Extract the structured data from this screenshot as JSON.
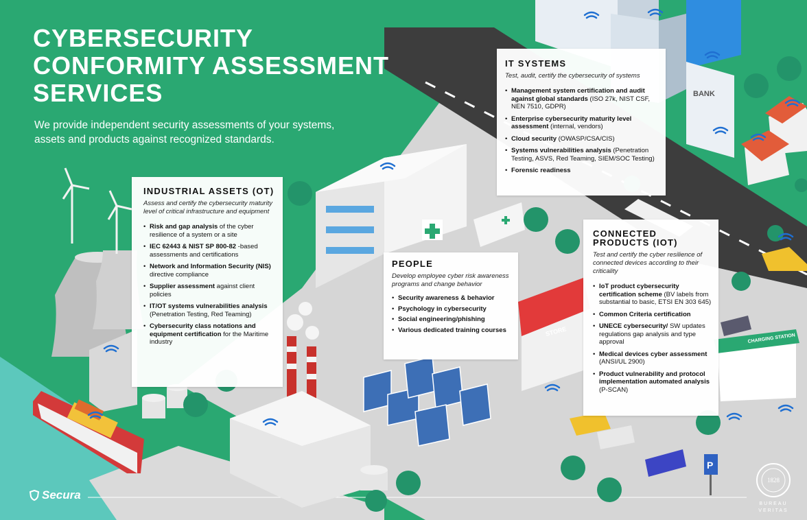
{
  "header": {
    "title_lines": [
      "CYBERSECURITY",
      "CONFORMITY ASSESSMENT",
      "SERVICES"
    ],
    "subtitle": "We provide independent security assessments of your systems, assets and products against recognized standards."
  },
  "sections": {
    "ot": {
      "title": "INDUSTRIAL ASSETS (OT)",
      "description": "Assess and certify the cybersecurity maturity level of critical infrastructure and equipment",
      "items": [
        {
          "bold": "Risk and gap analysis",
          "rest": " of the cyber resilience of a system or a site"
        },
        {
          "bold": "IEC 62443 & NIST SP 800-82",
          "rest": " -based assessments and certifications"
        },
        {
          "bold": "Network and Information Security (NIS)",
          "rest": " directive compliance"
        },
        {
          "bold": "Supplier assessment",
          "rest": " against client policies"
        },
        {
          "bold": "IT/OT systems vulnerabilities analysis",
          "rest": " (Penetration Testing, Red Teaming)"
        },
        {
          "bold": "Cybersecurity class notations and equipment certification",
          "rest": " for the Maritime industry"
        }
      ]
    },
    "it": {
      "title": "IT SYSTEMS",
      "description": "Test, audit, certify the cybersecurity of systems",
      "items": [
        {
          "bold": "Management system certification and audit against global standards",
          "rest": " (ISO 27k, NIST CSF, NEN 7510, GDPR)"
        },
        {
          "bold": "Enterprise cybersecurity maturity level assessment",
          "rest": " (internal, vendors)"
        },
        {
          "bold": "Cloud security",
          "rest": " (OWASP/CSA/CIS)"
        },
        {
          "bold": "Systems vulnerabilities analysis",
          "rest": " (Penetration Testing, ASVS, Red Teaming, SIEM/SOC Testing)"
        },
        {
          "bold": "Forensic readiness",
          "rest": ""
        }
      ]
    },
    "people": {
      "title": "PEOPLE",
      "description": "Develop employee cyber risk awareness programs and change behavior",
      "items": [
        {
          "bold": "Security awareness & behavior",
          "rest": ""
        },
        {
          "bold": "Psychology in cybersecurity",
          "rest": ""
        },
        {
          "bold": "Social engineering/phishing",
          "rest": ""
        },
        {
          "bold": "Various dedicated training courses",
          "rest": ""
        }
      ]
    },
    "iot": {
      "title": "CONNECTED PRODUCTS (IOT)",
      "description": "Test and certify the cyber resilience of connected devices according to their criticality",
      "items": [
        {
          "bold": "IoT product cybersecurity certification scheme",
          "rest": " (BV labels from substantial to basic, ETSI EN 303 645)"
        },
        {
          "bold": "Common Criteria certification",
          "rest": ""
        },
        {
          "bold": "UNECE cybersecurity/",
          "rest": " SW updates regulations gap analysis and type approval"
        },
        {
          "bold": "Medical devices cyber assessment",
          "rest": " (ANSI/UL 2900)"
        },
        {
          "bold": "Product vulnerability and protocol implementation automated analysis",
          "rest": " (P-SCAN)"
        }
      ]
    }
  },
  "scene_labels": {
    "bank": "BANK",
    "store": "STORE",
    "charging": "CHARGING STATION",
    "parking": "P"
  },
  "footer": {
    "brand": "Secura",
    "certifier_lines": [
      "BUREAU",
      "VERITAS",
      "1828"
    ]
  },
  "colors": {
    "grass": "#2aa872",
    "water": "#5cc8bc",
    "road": "#3d3d3d",
    "pavement": "#dcdcdc",
    "wifi": "#1f6fd1",
    "tree": "#23946a",
    "chimney_red": "#c8312c",
    "store_red": "#e23a3a"
  },
  "icons": [
    "wifi-icon",
    "wind-turbine-icon",
    "medical-cross-icon",
    "solar-panel-icon",
    "parking-sign-icon",
    "shield-logo-icon"
  ]
}
